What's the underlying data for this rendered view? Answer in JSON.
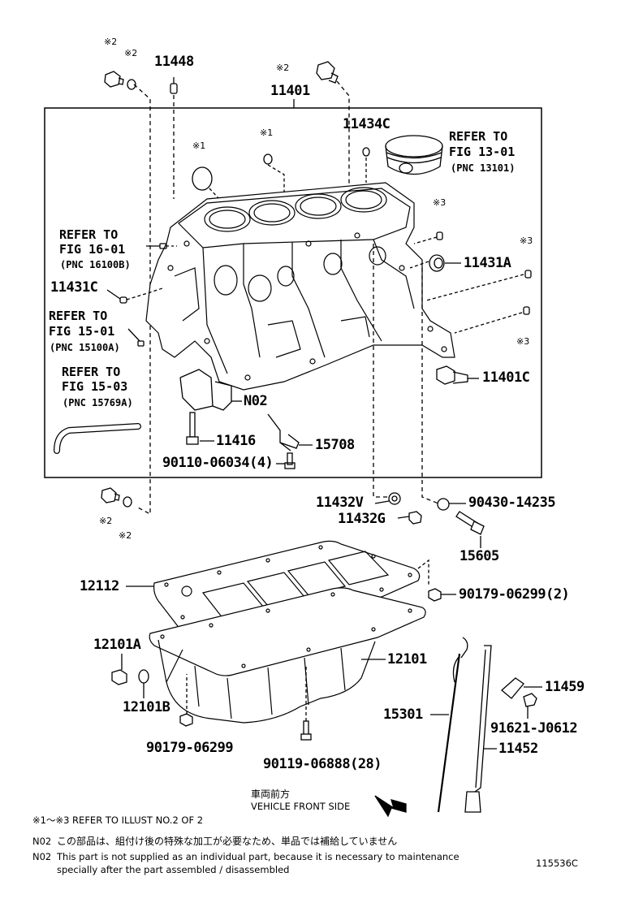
{
  "labels": {
    "p11448": "11448",
    "p11401": "11401",
    "p11434C": "11434C",
    "refer13": "REFER TO",
    "fig13": "FIG 13-01",
    "pnc13": "(PNC 13101)",
    "refer16": "REFER TO",
    "fig16": "FIG 16-01",
    "pnc16": "(PNC 16100B)",
    "p11431C": "11431C",
    "refer15a": "REFER TO",
    "fig15a": "FIG 15-01",
    "pnc15a": "(PNC 15100A)",
    "refer15b": "REFER TO",
    "fig15b": "FIG 15-03",
    "pnc15b": "(PNC 15769A)",
    "p11431A": "11431A",
    "p11401C": "11401C",
    "pN02": "N02",
    "p11416": "11416",
    "p15708": "15708",
    "p90110": "90110-06034(4)",
    "p11432V": "11432V",
    "p11432G": "11432G",
    "p90430": "90430-14235",
    "p15605": "15605",
    "p12112": "12112",
    "p90179a": "90179-06299(2)",
    "p12101A": "12101A",
    "p12101": "12101",
    "p12101B": "12101B",
    "p11459": "11459",
    "p15301": "15301",
    "p91621": "91621-J0612",
    "p90179b": "90179-06299",
    "p90119": "90119-06888(28)",
    "p11452": "11452"
  },
  "marks": {
    "m2a": "※2",
    "m2b": "※2",
    "m2c": "※2",
    "m1a": "※1",
    "m1b": "※1",
    "m3a": "※3",
    "m3b": "※3",
    "m3c": "※3",
    "m2d": "※2",
    "m2e": "※2"
  },
  "direction": {
    "jp": "車両前方",
    "en": "VEHICLE FRONT SIDE"
  },
  "notes": {
    "refer_illust": "※1～※3 REFER TO ILLUST NO.2 OF 2",
    "n02_code_jp": "N02",
    "n02_jp": "この部品は、組付け後の特殊な加工が必要なため、単品では補給していません",
    "n02_code_en": "N02",
    "n02_en_line1": "This part is not supplied as an individual part, because it is necessary to maintenance",
    "n02_en_line2": "specially after the part assembled / disassembled"
  },
  "illustration_id": "115536C"
}
